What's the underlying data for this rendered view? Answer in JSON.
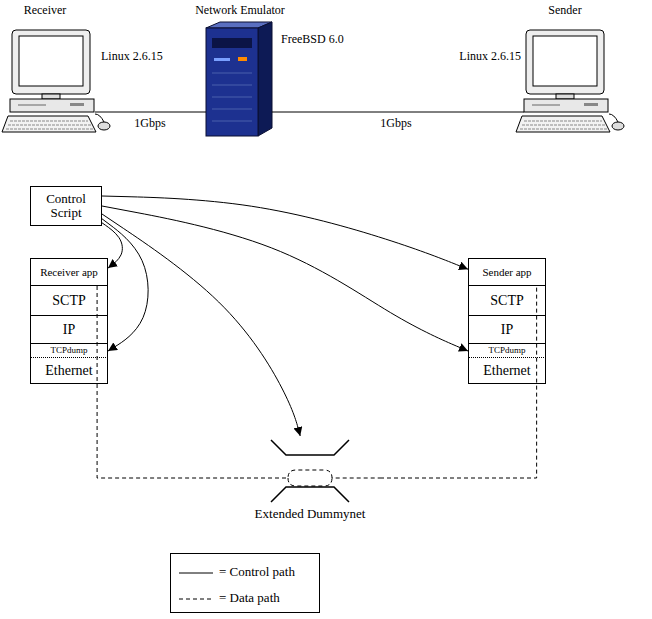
{
  "diagram": {
    "nodes": [
      {
        "text": [
          "Control Script"
        ]
      },
      {
        "text": [
          "Receiver app"
        ]
      },
      {
        "text": [
          "SCTP"
        ]
      },
      {
        "text": [
          "IP"
        ]
      },
      {
        "text": [
          "TCPdump"
        ]
      },
      {
        "text": [
          "Ethernet"
        ]
      },
      {
        "text": [
          "Sender app"
        ]
      },
      {
        "text": [
          "SCTP"
        ]
      },
      {
        "text": [
          "IP"
        ]
      },
      {
        "text": [
          "TCPdump"
        ]
      },
      {
        "text": [
          "Ethernet"
        ]
      },
      {
        "text": [
          "Extended Dummynet"
        ]
      }
    ],
    "edges": [
      {
        "from": 0,
        "to": 1,
        "arrow": "to"
      },
      {
        "from": 0,
        "to": 4,
        "arrow": "to"
      },
      {
        "from": 0,
        "to": 11,
        "arrow": "to"
      },
      {
        "from": 0,
        "to": 9,
        "arrow": "to"
      },
      {
        "from": 0,
        "to": 6,
        "arrow": "to"
      },
      {
        "from": 1,
        "to": 11,
        "arrow": "none"
      },
      {
        "from": 11,
        "to": 6,
        "arrow": "none"
      }
    ],
    "labels": [
      "Receiver",
      "Network Emulator",
      "Sender",
      "Linux 2.6.15",
      "FreeBSD 6.0",
      "Linux 2.6.15",
      "1Gbps",
      "1Gbps"
    ],
    "legend": [
      {
        "text": "= Control path"
      },
      {
        "text": "= Data path"
      }
    ]
  }
}
